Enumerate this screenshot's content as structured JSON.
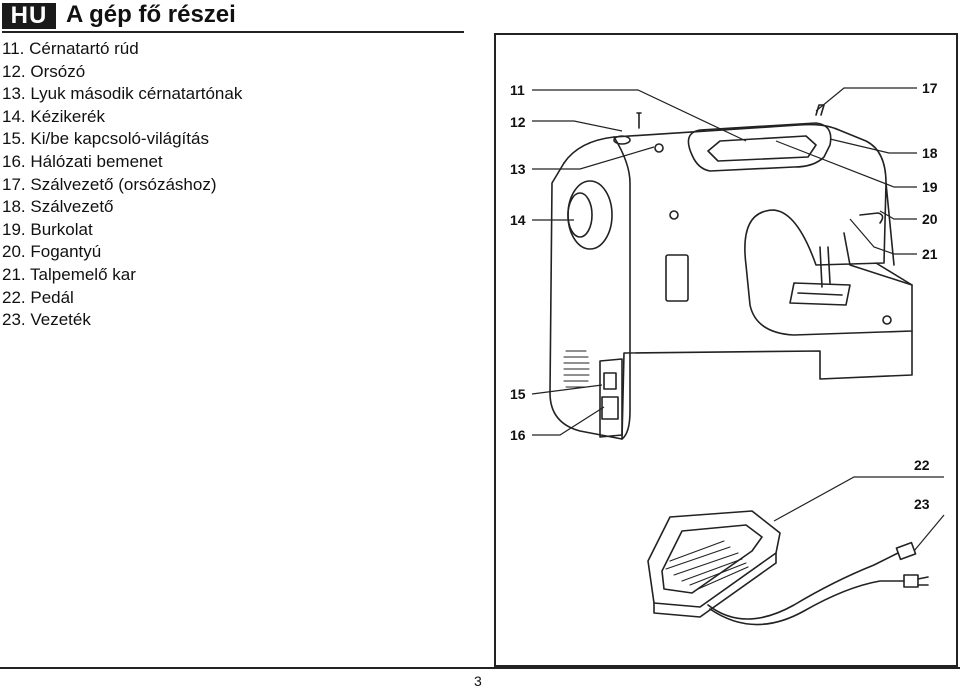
{
  "header": {
    "lang_badge": "HU",
    "title": "A gép fő részei"
  },
  "parts": [
    {
      "label": "11. Cérnatartó rúd"
    },
    {
      "label": "12. Orsózó"
    },
    {
      "label": "13. Lyuk második cérnatartónak"
    },
    {
      "label": "14. Kézikerék"
    },
    {
      "label": "15. Ki/be kapcsoló-világítás"
    },
    {
      "label": "16. Hálózati bemenet"
    },
    {
      "label": "17. Szálvezető (orsózáshoz)"
    },
    {
      "label": "18. Szálvezető"
    },
    {
      "label": "19. Burkolat"
    },
    {
      "label": "20. Fogantyú"
    },
    {
      "label": "21. Talpemelő kar"
    },
    {
      "label": "22. Pedál"
    },
    {
      "label": "23. Vezeték"
    }
  ],
  "callouts": {
    "n11": "11",
    "n12": "12",
    "n13": "13",
    "n14": "14",
    "n15": "15",
    "n16": "16",
    "n17": "17",
    "n18": "18",
    "n19": "19",
    "n20": "20",
    "n21": "21",
    "n22": "22",
    "n23": "23"
  },
  "footer": {
    "page_number": "3"
  }
}
